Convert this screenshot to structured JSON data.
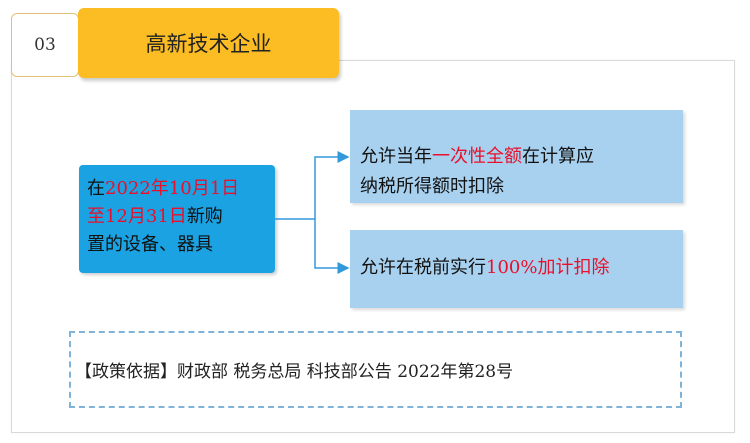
{
  "number": "03",
  "title": "高新技术企业",
  "left": {
    "prefix": "在",
    "red_line1": "2022年10月1日",
    "red_line2": "至12月31日",
    "suffix_line2": "新购",
    "line3": "置的设备、器具"
  },
  "right1": {
    "prefix": "允许当年",
    "red": "一次性全额",
    "suffix": "在计算应",
    "line2": "纳税所得额时扣除"
  },
  "right2": {
    "prefix": "允许在税前实行",
    "red": "100%加计扣除"
  },
  "policy": "【政策依据】财政部 税务总局 科技部公告 2022年第28号",
  "colors": {
    "title_bg": "#fbbd23",
    "left_box_bg": "#1ba2e3",
    "right_box_bg": "#a8d1f0",
    "highlight_red": "#e8102a",
    "connector": "#3399dd",
    "dashed_border": "#7fb3d9"
  }
}
